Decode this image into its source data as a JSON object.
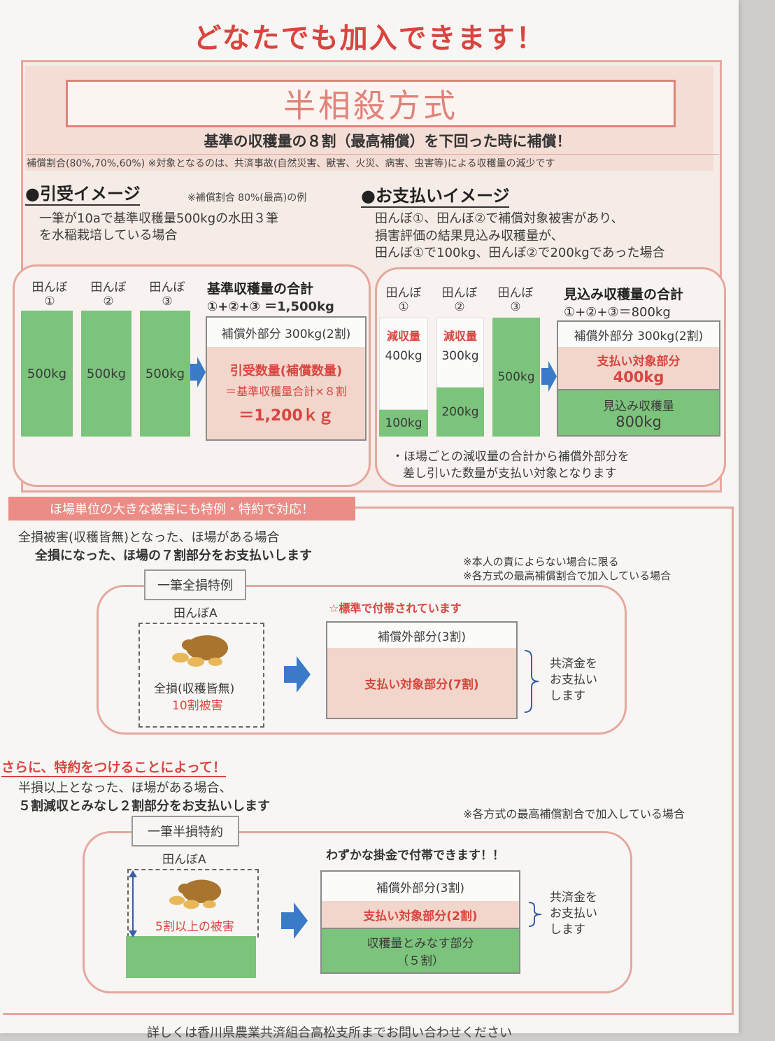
{
  "headline": "どなたでも加入できます！",
  "section1": {
    "title": "半相殺方式",
    "subtitle": "基準の収穫量の８割（最高補償）を下回った時に補償！",
    "note": "補償割合(80%,70%,60%) ※対象となるのは、共済事故(自然災害、獣害、火災、病害、虫害等)による収穫量の減少です"
  },
  "hikiuke": {
    "heading": "●引受イメージ",
    "example_note": "※補償割合 80%(最高)の例",
    "desc_line1": "一筆が10aで基準収穫量500kgの水田３筆",
    "desc_line2": "を水稲栽培している場合",
    "fields": [
      {
        "label": "田んぼ",
        "num": "①",
        "value": "500kg"
      },
      {
        "label": "田んぼ",
        "num": "②",
        "value": "500kg"
      },
      {
        "label": "田んぼ",
        "num": "③",
        "value": "500kg"
      }
    ],
    "total_title": "基準収穫量の合計",
    "total_formula": "①+②+③ ＝1,500kg",
    "excluded": "補償外部分 300kg(2割)",
    "covered_title": "引受数量(補償数量)",
    "covered_formula": "＝基準収穫量合計×８割",
    "covered_value": "＝1,200ｋｇ"
  },
  "payment": {
    "heading": "●お支払いイメージ",
    "desc_line1": "田んぼ①、田んぼ②で補償対象被害があり、",
    "desc_line2": "損害評価の結果見込み収穫量が、",
    "desc_line3": "田んぼ①で100kg、田んぼ②で200kgであった場合",
    "fields": [
      {
        "label": "田んぼ",
        "num": "①",
        "loss_label": "減収量",
        "loss": "400kg",
        "remain": "100kg"
      },
      {
        "label": "田んぼ",
        "num": "②",
        "loss_label": "減収量",
        "loss": "300kg",
        "remain": "200kg"
      },
      {
        "label": "田んぼ",
        "num": "③",
        "remain": "500kg"
      }
    ],
    "total_title": "見込み収穫量の合計",
    "total_formula": "①+②+③＝800kg",
    "excluded": "補償外部分 300kg(2割)",
    "pay_title": "支払い対象部分",
    "pay_value": "400kg",
    "expected_title": "見込み収穫量",
    "expected_value": "800kg",
    "footnote_line1": "・ほ場ごとの減収量の合計から補償外部分を",
    "footnote_line2": "差し引いた数量が支払い対象となります"
  },
  "section2": {
    "banner": "ほ場単位の大きな被害にも特例・特約で対応！",
    "line1": "全損被害(収穫皆無)となった、ほ場がある場合",
    "line2": "全損になった、ほ場の７割部分をお支払いします",
    "note1": "※本人の責によらない場合に限る",
    "note2": "※各方式の最高補償割合で加入している場合",
    "tab": "一筆全損特例",
    "field_label": "田んぼA",
    "field_desc1": "全損(収穫皆無)",
    "field_desc2": "10割被害",
    "standard_note": "☆標準で付帯されています",
    "excluded": "補償外部分(3割)",
    "pay": "支払い対象部分(7割)",
    "side_text1": "共済金を",
    "side_text2": "お支払い",
    "side_text3": "します"
  },
  "section3": {
    "heading": "さらに、特約をつけることによって！",
    "line1": "半損以上となった、ほ場がある場合、",
    "line2": "５割減収とみなし２割部分をお支払いします",
    "note": "※各方式の最高補償割合で加入している場合",
    "tab": "一筆半損特約",
    "field_label": "田んぼA",
    "field_desc": "5割以上の被害",
    "small_note": "わずかな掛金で付帯できます！！",
    "excluded": "補償外部分(3割)",
    "pay": "支払い対象部分(2割)",
    "deemed1": "収穫量とみなす部分",
    "deemed2": "（５割）",
    "side_text1": "共済金を",
    "side_text2": "お支払い",
    "side_text3": "します"
  },
  "footer": "詳しくは香川県農業共済組合高松支所までお問い合わせください",
  "colors": {
    "accent_red": "#d9453f",
    "pink_border": "#e6a79e",
    "green": "#7cc47c",
    "light_pink": "#f2d6cc",
    "arrow_blue": "#3a7bc8"
  }
}
